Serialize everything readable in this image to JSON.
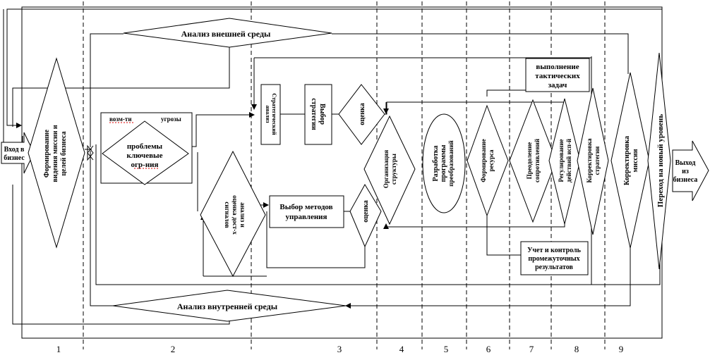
{
  "entry": "Вход в бизнес",
  "exit": [
    "Выход",
    "из",
    "бизнеса"
  ],
  "mission": [
    "Формирование",
    "видения миссии и",
    "целей бизнеса"
  ],
  "external_env": "Анализ внешней среды",
  "internal_env": "Анализ внутренней среды",
  "opportunities": "возм-ти",
  "threats": "угрозы",
  "problems": [
    "проблемы",
    "ключевые",
    "огр-ния"
  ],
  "analysis_achieved": [
    "анализ и",
    "оценка дост-х",
    "сигналов"
  ],
  "strategic_analysis": [
    "Стратегический",
    "анализ"
  ],
  "strategy_choice": [
    "Выбор",
    "стратегии"
  ],
  "evaluation": "оценка",
  "management_methods": [
    "Выбор методов",
    "управления"
  ],
  "org_structure": [
    "Организация",
    "структуры"
  ],
  "transform_program": [
    "Разработка",
    "программы",
    "преобразований"
  ],
  "resource_formation": [
    "Формирование",
    "ресурса"
  ],
  "overcome_resistance": [
    "Преодоление",
    "сопротивлений"
  ],
  "tactical_tasks": [
    "выполнение",
    "тактических",
    "задач"
  ],
  "control_results": [
    "Учет и контроль",
    "промежуточных",
    "результатов"
  ],
  "action_regulation": [
    "Регулирование",
    "действий исп-й"
  ],
  "strategy_correction": [
    "Корректировка",
    "стратегии"
  ],
  "mission_correction": [
    "Корректировка",
    "миссии"
  ],
  "new_level": "Переход на новый уровень",
  "stages": [
    "1",
    "2",
    "3",
    "4",
    "5",
    "6",
    "7",
    "8",
    "9"
  ]
}
